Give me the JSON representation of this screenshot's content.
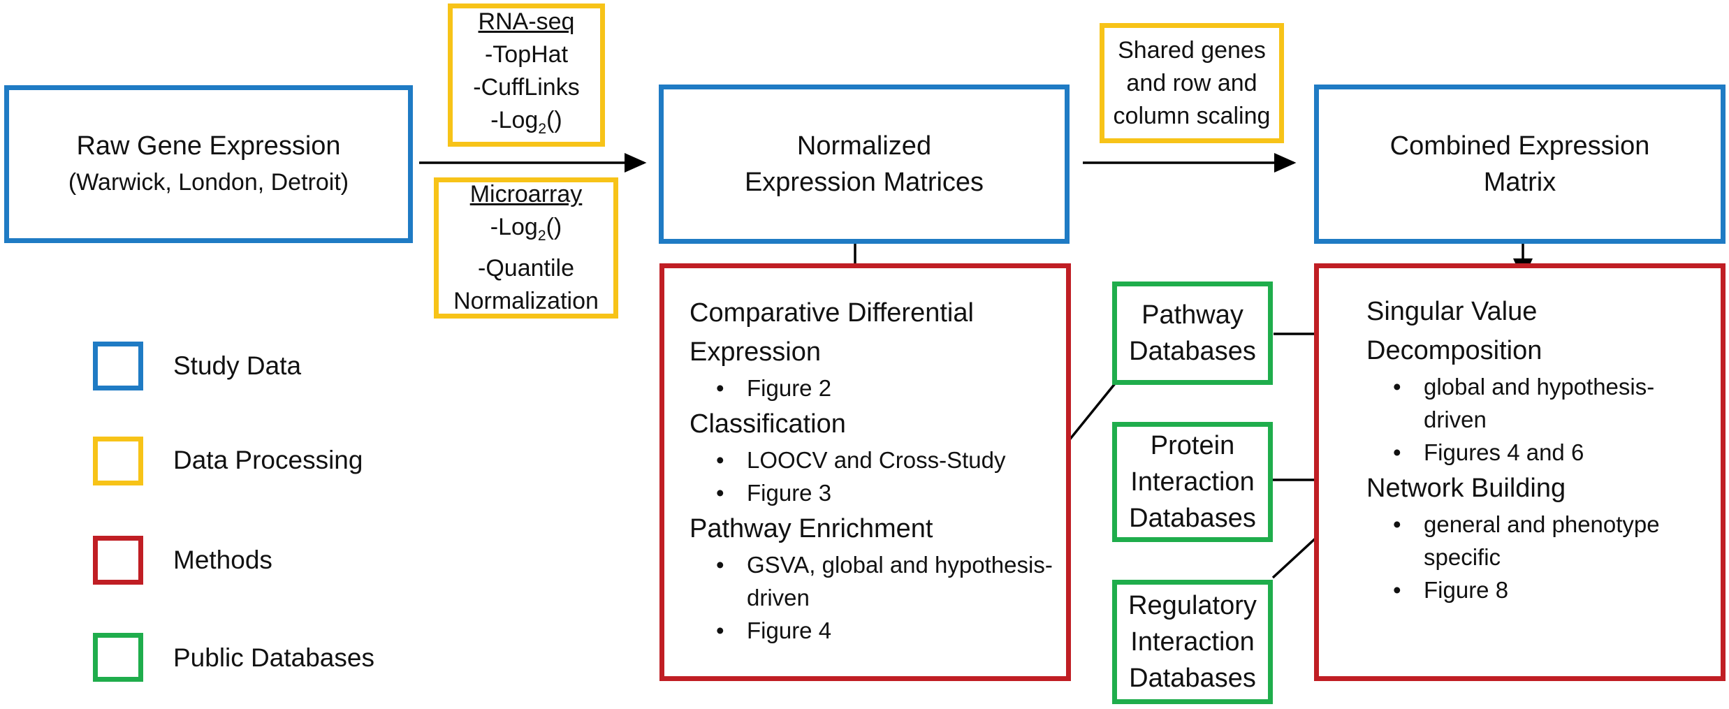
{
  "boxes": {
    "raw": {
      "line1": "Raw Gene Expression",
      "line2": "(Warwick, London, Detroit)"
    },
    "normalized": {
      "line1": "Normalized",
      "line2": "Expression Matrices"
    },
    "combined": {
      "line1": "Combined Expression",
      "line2": "Matrix"
    }
  },
  "processing": {
    "rnaseq": {
      "title": "RNA-seq",
      "steps": [
        "-TopHat",
        "-CuffLinks",
        "-Log",
        "2",
        "()"
      ]
    },
    "microarray": {
      "title": "Microarray",
      "log_prefix": "-Log",
      "log_sub": "2",
      "log_suffix": "()",
      "step2": "-Quantile",
      "step3": "Normalization"
    },
    "shared": {
      "lines": [
        "Shared genes",
        "and row and",
        "column scaling"
      ]
    }
  },
  "methods_left": {
    "sections": [
      {
        "heading_lines": [
          "Comparative Differential",
          "Expression"
        ],
        "bullets": [
          "Figure 2"
        ]
      },
      {
        "heading_lines": [
          "Classification"
        ],
        "bullets": [
          "LOOCV and Cross-Study",
          "Figure 3"
        ]
      },
      {
        "heading_lines": [
          "Pathway Enrichment"
        ],
        "bullets": [
          "GSVA, global and hypothesis-driven",
          "Figure 4"
        ]
      }
    ],
    "bullet_texts": {
      "b1": "Figure 2",
      "b2": "LOOCV and Cross-Study",
      "b3": "Figure 3",
      "b4a": "GSVA, global and hypothesis-",
      "b4b": "driven",
      "b5": "Figure 4"
    },
    "h1a": "Comparative Differential",
    "h1b": "Expression",
    "h2": "Classification",
    "h3": "Pathway Enrichment"
  },
  "methods_right": {
    "h1a": "Singular Value",
    "h1b": "Decomposition",
    "b1a": "global and hypothesis-",
    "b1b": "driven",
    "b2": "Figures 4 and 6",
    "h2": "Network Building",
    "b3a": "general and phenotype",
    "b3b": "specific",
    "b4": "Figure 8"
  },
  "databases": {
    "pathway": [
      "Pathway",
      "Databases"
    ],
    "protein": [
      "Protein",
      "Interaction",
      "Databases"
    ],
    "regulatory": [
      "Regulatory",
      "Interaction",
      "Databases"
    ]
  },
  "legend": [
    {
      "label": "Study Data",
      "color": "#1f7bc4"
    },
    {
      "label": "Data Processing",
      "color": "#f7c318"
    },
    {
      "label": "Methods",
      "color": "#c01e24"
    },
    {
      "label": "Public Databases",
      "color": "#1fad4c"
    }
  ],
  "colors": {
    "study": "#1f7bc4",
    "processing": "#f7c318",
    "methods": "#c01e24",
    "public": "#1fad4c",
    "arrow": "#000000"
  }
}
